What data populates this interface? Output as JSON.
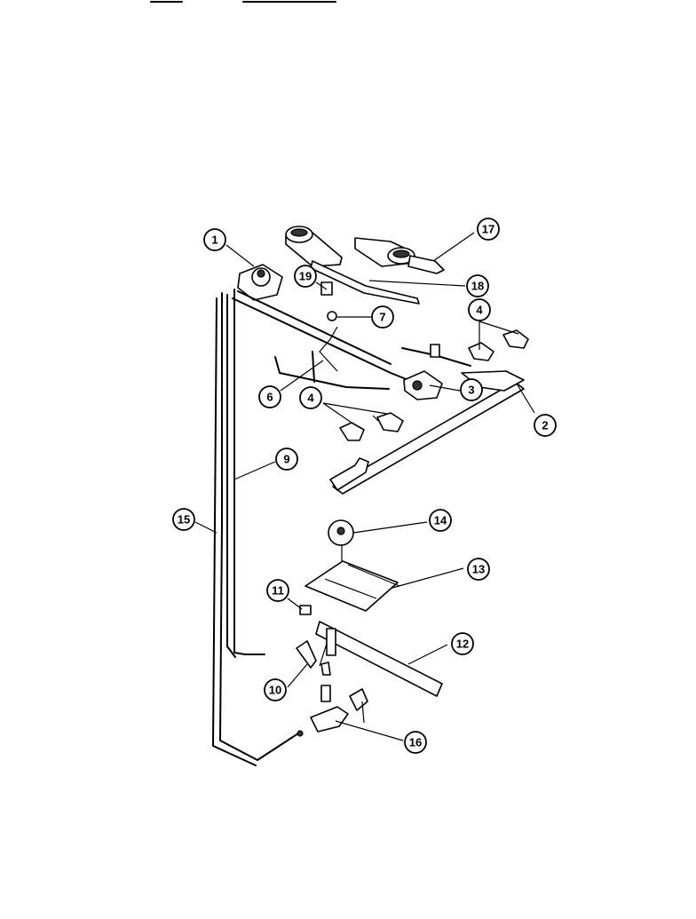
{
  "callouts": {
    "c1": "1",
    "c2": "2",
    "c3": "3",
    "c4a": "4",
    "c4b": "4",
    "c6": "6",
    "c7": "7",
    "c9": "9",
    "c10": "10",
    "c11": "11",
    "c12": "12",
    "c13": "13",
    "c14": "14",
    "c15": "15",
    "c16": "16",
    "c17": "17",
    "c18": "18",
    "c19": "19"
  }
}
